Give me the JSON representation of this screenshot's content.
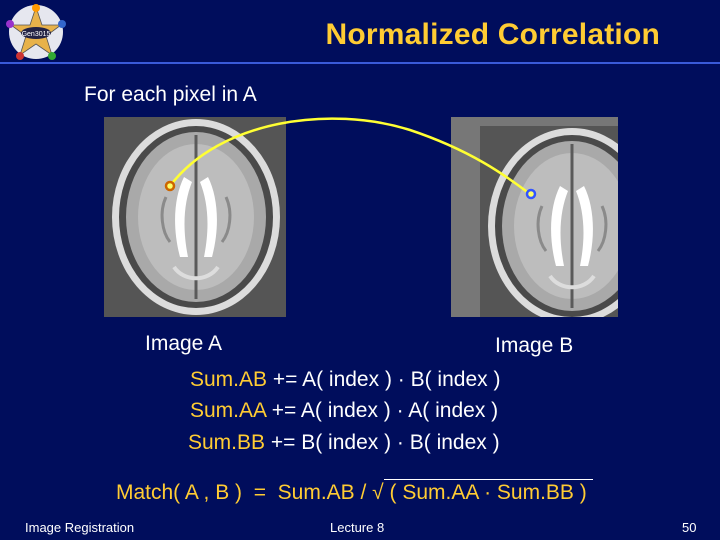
{
  "logo": {
    "text": "Gen3015"
  },
  "slide": {
    "title": "Normalized Correlation",
    "intro": "For each pixel in A",
    "image_a_label": "Image A",
    "image_b_label": "Image B"
  },
  "equations": [
    {
      "lhs": "Sum.AB",
      "rhs": " += A( index ) · B( index )"
    },
    {
      "lhs": "Sum.AA",
      "rhs": " += A( index ) · A( index )"
    },
    {
      "lhs": "Sum.BB",
      "rhs": " += B( index ) · B( index )"
    }
  ],
  "match": {
    "prefix": "Match( A , B )  =  Sum.AB / √",
    "sqrt_arg": " ( Sum.AA · Sum.BB ) "
  },
  "footer": {
    "left": "Image Registration",
    "center": "Lecture 8",
    "page": "50"
  },
  "colors": {
    "background": "#000d5c",
    "title": "#ffcc33",
    "curve": "#ffff33",
    "marker_a": "#cc6600",
    "marker_b": "#3355ff"
  }
}
